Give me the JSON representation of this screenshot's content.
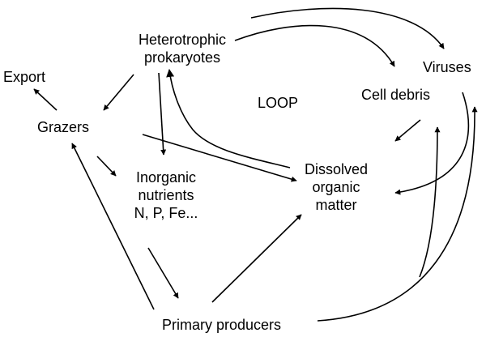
{
  "diagram": {
    "nodes": {
      "heterotrophic": {
        "line1": "Heterotrophic",
        "line2": "prokaryotes"
      },
      "export": {
        "label": "Export"
      },
      "grazers": {
        "label": "Grazers"
      },
      "loop": {
        "label": "LOOP"
      },
      "cell_debris": {
        "label": "Cell debris"
      },
      "viruses": {
        "label": "Viruses"
      },
      "inorganic": {
        "line1": "Inorganic",
        "line2": "nutrients",
        "line3": "N, P, Fe..."
      },
      "dom": {
        "line1": "Dissolved",
        "line2": "organic",
        "line3": "matter"
      },
      "primary": {
        "label": "Primary producers"
      }
    },
    "line_color": "#000000"
  }
}
